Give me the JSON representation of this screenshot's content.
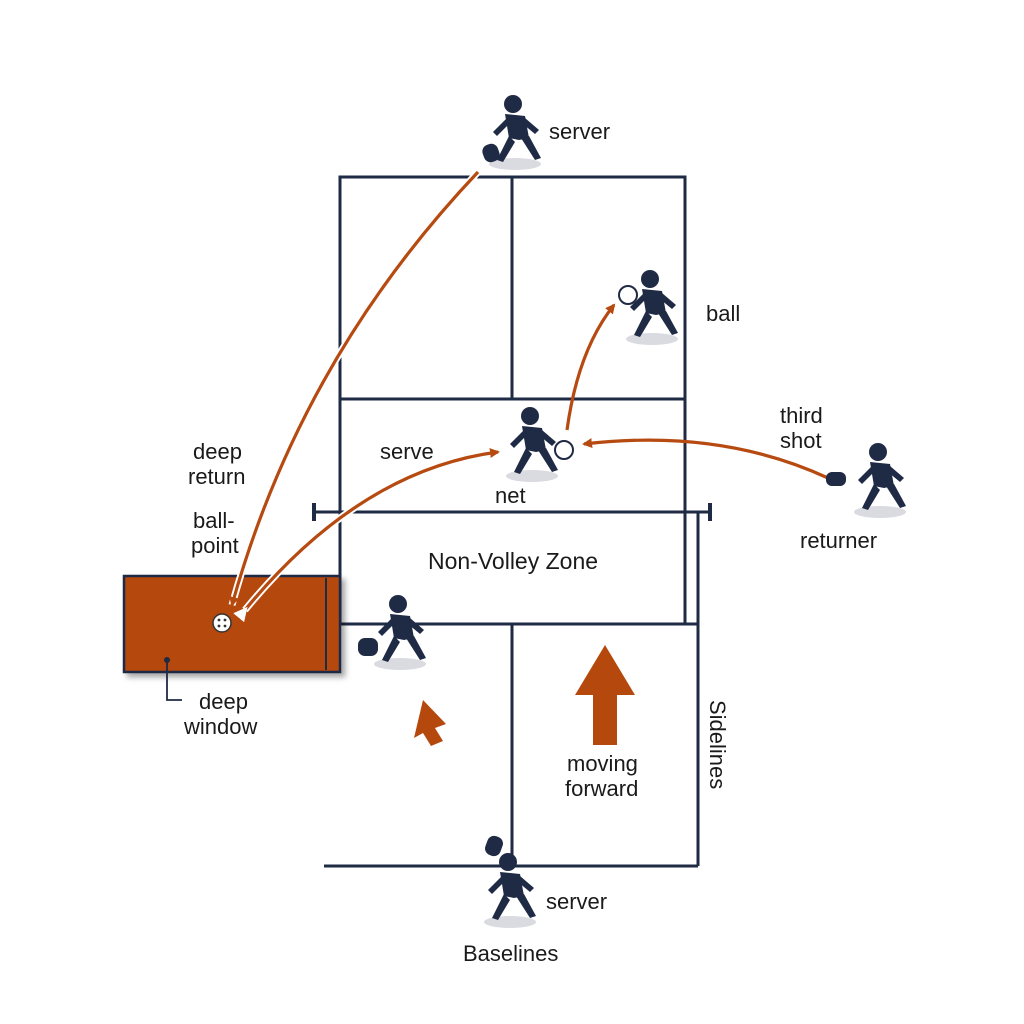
{
  "labels": {
    "server_top": "server",
    "ball": "ball",
    "third_shot_1": "third",
    "third_shot_2": "shot",
    "returner": "returner",
    "deep_return_1": "deep",
    "deep_return_2": "return",
    "ball_point_1": "ball-",
    "ball_point_2": "point",
    "serve": "serve",
    "net": "net",
    "non_volley_zone": "Non-Volley Zone",
    "deep_window_1": "deep",
    "deep_window_2": "window",
    "moving_forward_1": "moving",
    "moving_forward_2": "forward",
    "sidelines": "Sidelines",
    "server_bottom": "server",
    "baselines": "Baselines"
  },
  "colors": {
    "navy": "#1f2a44",
    "orange": "#b64a10",
    "zone_fill": "#b5490d",
    "shadow": "#d9dbe0"
  },
  "icons": [
    "player-figure-icon",
    "pickleball-icon",
    "arrow-icon"
  ]
}
